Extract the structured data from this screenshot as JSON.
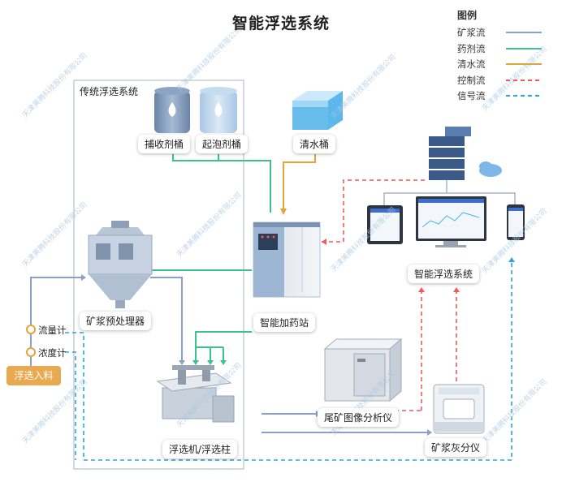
{
  "title": "智能浮选系统",
  "legend": {
    "title": "图例",
    "items": [
      {
        "label": "矿浆流",
        "color": "#8aa0cc",
        "style": "solid"
      },
      {
        "label": "药剂流",
        "color": "#3cc28f",
        "style": "solid"
      },
      {
        "label": "清水流",
        "color": "#e5a43a",
        "style": "solid"
      },
      {
        "label": "控制流",
        "color": "#ef5a5a",
        "style": "dashed"
      },
      {
        "label": "信号流",
        "color": "#2aa6df",
        "style": "dashed"
      }
    ]
  },
  "traditional_frame": {
    "title": "传统浮选系统"
  },
  "nodes": {
    "collector_tank": "捕收剂桶",
    "frother_tank": "起泡剂桶",
    "water_tank": "清水桶",
    "dosing_station": "智能加药站",
    "control_system": "智能浮选系统",
    "pretreatment": "矿浆预处理器",
    "flotation_machine": "浮选机/浮选柱",
    "tailings_analyzer": "尾矿图像分析仪",
    "ash_analyzer": "矿浆灰分仪"
  },
  "meters": {
    "flow": "流量计",
    "density": "浓度计"
  },
  "feed": {
    "label": "浮选入料"
  },
  "watermark": "天津美腾科技股份有限公司"
}
